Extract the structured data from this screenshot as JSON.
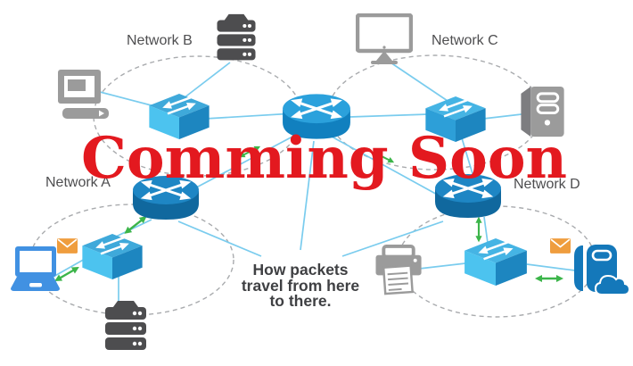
{
  "title_overlay": {
    "text": "Comming Soon",
    "color": "#e3191f"
  },
  "caption": {
    "line1": "How packets",
    "line2": "travel from here",
    "line3": "to there.",
    "color": "#3f4043"
  },
  "networks": {
    "a": {
      "label": "Network A",
      "devices": [
        "laptop-icon",
        "email-icon",
        "network-switch-icon",
        "server-stack-icon",
        "router-icon"
      ]
    },
    "b": {
      "label": "Network B",
      "devices": [
        "desktop-computer-icon",
        "server-stack-icon",
        "network-switch-icon"
      ]
    },
    "c": {
      "label": "Network C",
      "devices": [
        "monitor-icon",
        "network-switch-icon",
        "tower-pc-icon"
      ]
    },
    "d": {
      "label": "Network D",
      "devices": [
        "router-icon",
        "network-switch-icon",
        "printer-icon",
        "email-icon",
        "cloud-server-icon"
      ]
    }
  },
  "core": {
    "devices": [
      "router-icon"
    ]
  },
  "connections": [
    "computer-b - switch-b",
    "server-b - switch-b",
    "switch-b - core-router",
    "core-router - switch-c",
    "monitor-c - switch-c",
    "switch-c - tower-c",
    "switch-c - router-d",
    "core-router - router-a",
    "core-router - router-d",
    "router-a - switch-a",
    "laptop-a - switch-a",
    "switch-a - server-a",
    "router-d - switch-d",
    "printer-d - switch-d",
    "switch-d - cloud-server-d",
    "router-a - caption-point",
    "core-router - caption-point",
    "router-d - caption-point"
  ],
  "colors": {
    "overlay_red": "#e3191f",
    "line_blue": "#7accee",
    "arrow_green": "#3cb54a",
    "switch_top_blue": "#3fa9da",
    "switch_front_blue": "#4cc3ef",
    "switch_side_blue": "#1d86c0",
    "core_router_blue": "#2ba1dc",
    "edge_router_blue": "#1e86c4",
    "device_gray": "#9b9b9b",
    "server_dark_gray": "#4d4d4f",
    "envelope_orange": "#ef9d3e",
    "laptop_blue": "#4191e2",
    "cloud_server_blue": "#1478ba",
    "ellipse_gray": "#a9abae"
  }
}
